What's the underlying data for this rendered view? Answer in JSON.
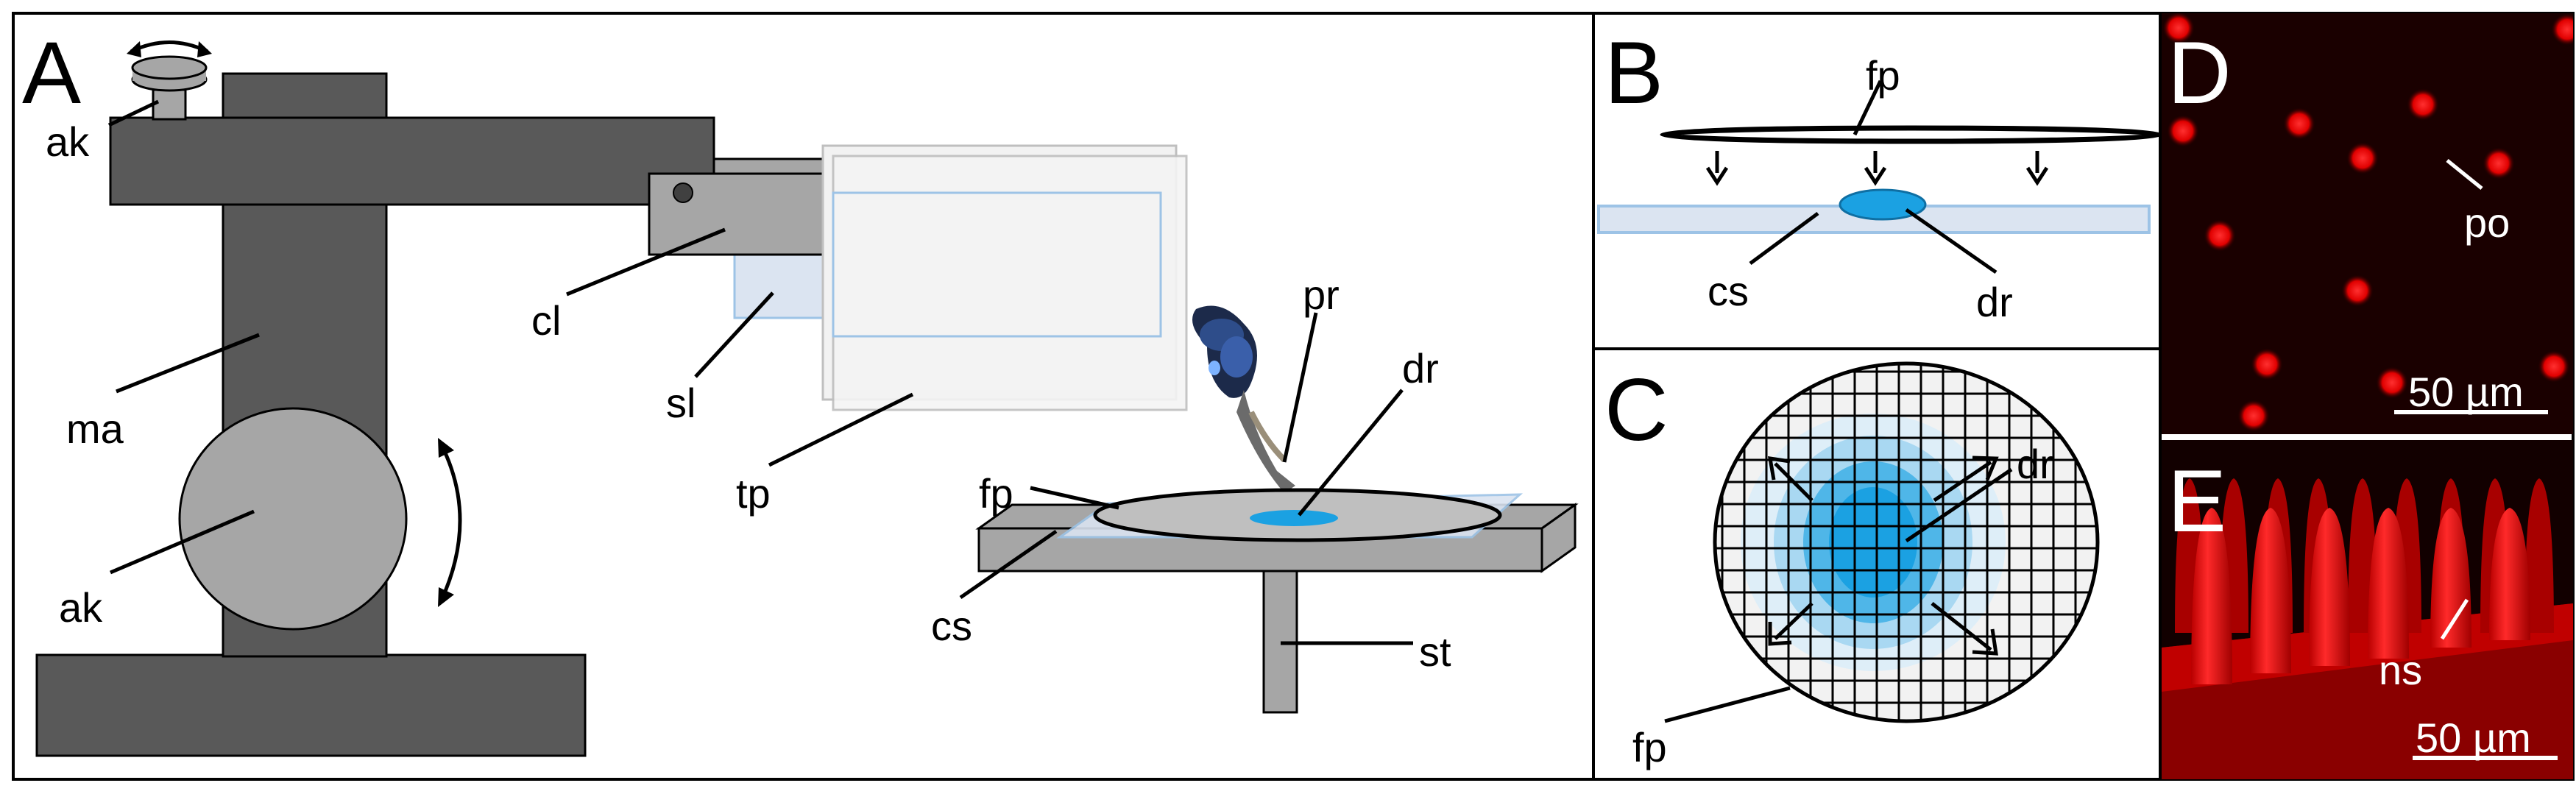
{
  "panels": {
    "A": {
      "letter": "A",
      "labels": {
        "ak_top": "ak",
        "ak_bottom": "ak",
        "cl": "cl",
        "ma": "ma",
        "sl": "sl",
        "tp": "tp",
        "pr": "pr",
        "dr": "dr",
        "fp": "fp",
        "cs": "cs",
        "st": "st"
      }
    },
    "B": {
      "letter": "B",
      "labels": {
        "fp": "fp",
        "cs": "cs",
        "dr": "dr"
      }
    },
    "C": {
      "letter": "C",
      "labels": {
        "dr": "dr",
        "fp": "fp"
      }
    },
    "D": {
      "letter": "D",
      "labels": {
        "po": "po"
      },
      "scale_bar": "50 µm"
    },
    "E": {
      "letter": "E",
      "labels": {
        "ns": "ns"
      },
      "scale_bar": "50 µm"
    }
  },
  "colors": {
    "machine_dark": "#595959",
    "machine_light": "#a6a6a6",
    "clamp": "#a6a6a6",
    "slide_blue": "#dbe4f1",
    "slide_border": "#9dc3e6",
    "drop_blue": "#1ba1e2",
    "fluorescence_red": "#ff1a1a",
    "dark_background": "#1a0000"
  },
  "icons": {
    "rotation_arrow": "curved-double-arrow-icon",
    "down_arrow": "down-arrow-icon"
  }
}
